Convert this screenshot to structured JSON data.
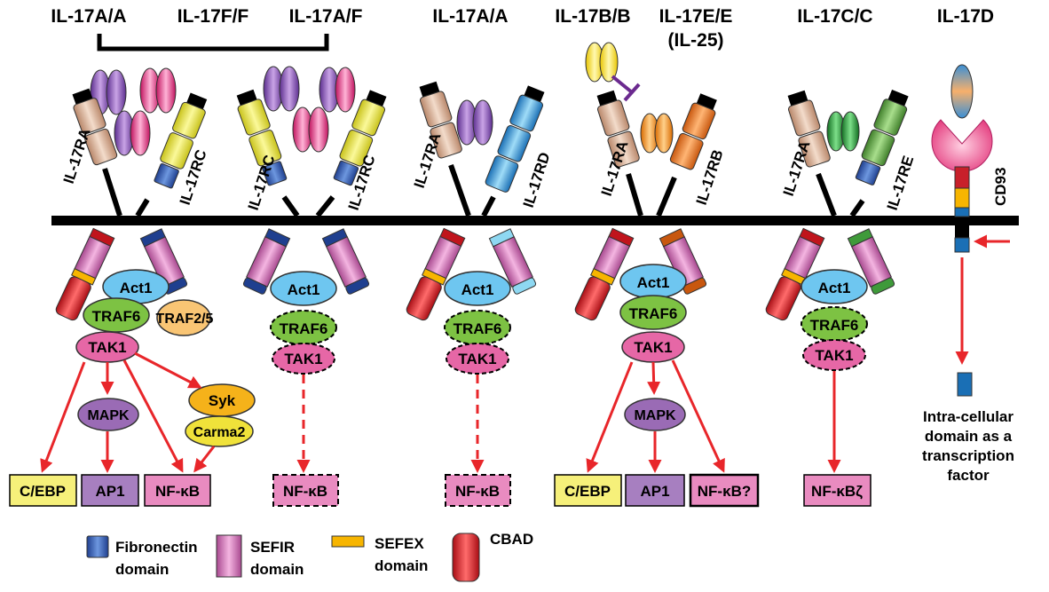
{
  "top_labels": {
    "l1": "IL-17A/A",
    "l2": "IL-17F/F",
    "l3": "IL-17A/F",
    "l4": "IL-17A/A",
    "l5": "IL-17B/B",
    "l6a": "IL-17E/E",
    "l6b": "(IL-25)",
    "l7": "IL-17C/C",
    "l8": "IL-17D"
  },
  "receptors": {
    "r1": "IL-17RA",
    "r2": "IL-17RC",
    "r3": "IL-17RC",
    "r4": "IL-17RC",
    "r5": "IL-17RA",
    "r6": "IL-17RD",
    "r7": "IL-17RA",
    "r8": "IL-17RB",
    "r9": "IL-17RA",
    "r10": "IL-17RE",
    "cd93": "CD93"
  },
  "adaptors": {
    "act1": "Act1",
    "traf6": "TRAF6",
    "traf25": "TRAF2/5",
    "tak1": "TAK1",
    "mapk": "MAPK",
    "syk": "Syk",
    "carma2": "Carma2"
  },
  "outputs": {
    "cebp": "C/EBP",
    "ap1": "AP1",
    "nfkb": "NF-κB",
    "nfkbq": "NF-κB?",
    "nfkbz": "NF-κBζ"
  },
  "cd93_note": [
    "Intra-cellular",
    "domain as a",
    "transcription",
    "factor"
  ],
  "legend": {
    "fibronectin": [
      "Fibronectin",
      "domain"
    ],
    "sefir": [
      "SEFIR",
      "domain"
    ],
    "sefex": [
      "SEFEX",
      "domain"
    ],
    "cbad": "CBAD"
  },
  "colors": {
    "membrane": "#000000",
    "arrow": "#e8262a",
    "act1": "#6ec6f0",
    "traf6": "#7dc243",
    "tak1": "#e667a6",
    "mapk": "#9a6bb5",
    "syk": "#f5b21a",
    "carma2": "#f0e23a",
    "nfkb_box": "#e98bc0",
    "ap1_box": "#a77fc0",
    "cebp_box": "#f6f07a"
  }
}
